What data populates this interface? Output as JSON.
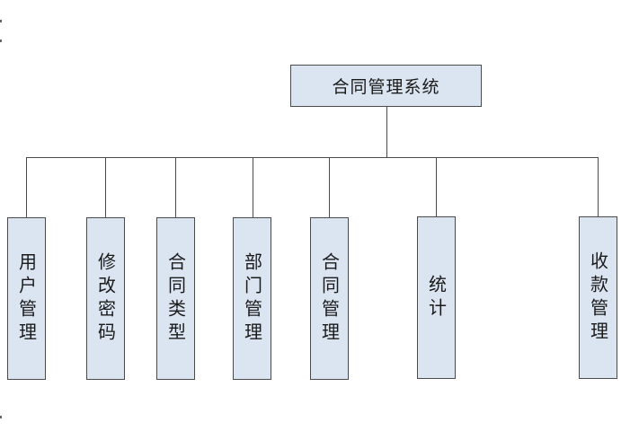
{
  "root": {
    "label": "合同管理系统"
  },
  "children": [
    {
      "label": "用户管理"
    },
    {
      "label": "修改密码"
    },
    {
      "label": "合同类型"
    },
    {
      "label": "部门管理"
    },
    {
      "label": "合同管理"
    },
    {
      "label": "统计"
    },
    {
      "label": "收款管理"
    }
  ]
}
